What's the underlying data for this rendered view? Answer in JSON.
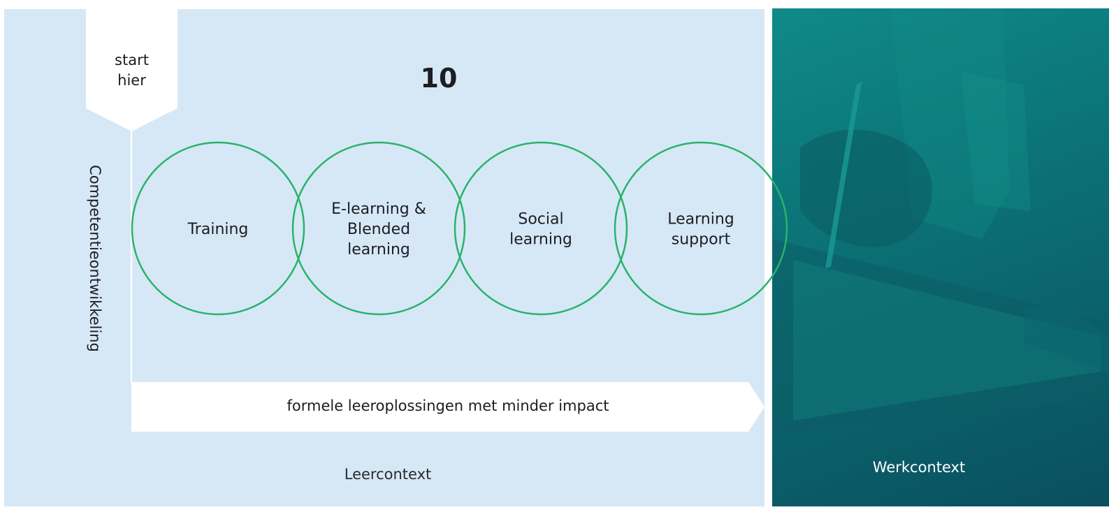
{
  "badge": {
    "line1": "start",
    "line2": "hier"
  },
  "count": "10",
  "axis_label": "Competentieontwikkeling",
  "circles": [
    {
      "lines": [
        "Training"
      ]
    },
    {
      "lines": [
        "E-learning &",
        "Blended",
        "learning"
      ]
    },
    {
      "lines": [
        "Social",
        "learning"
      ]
    },
    {
      "lines": [
        "Learning",
        "support"
      ]
    }
  ],
  "arrow_label": "formele leeroplossingen met minder impact",
  "contexts": {
    "learn": "Leercontext",
    "work": "Werkcontext"
  },
  "colors": {
    "learn_bg": "#d6e8f6",
    "circle_stroke": "#2bb26a",
    "work_bg": "#0b6f73"
  },
  "icons": {
    "photo": "hand-writing-on-clipboard-photo"
  }
}
